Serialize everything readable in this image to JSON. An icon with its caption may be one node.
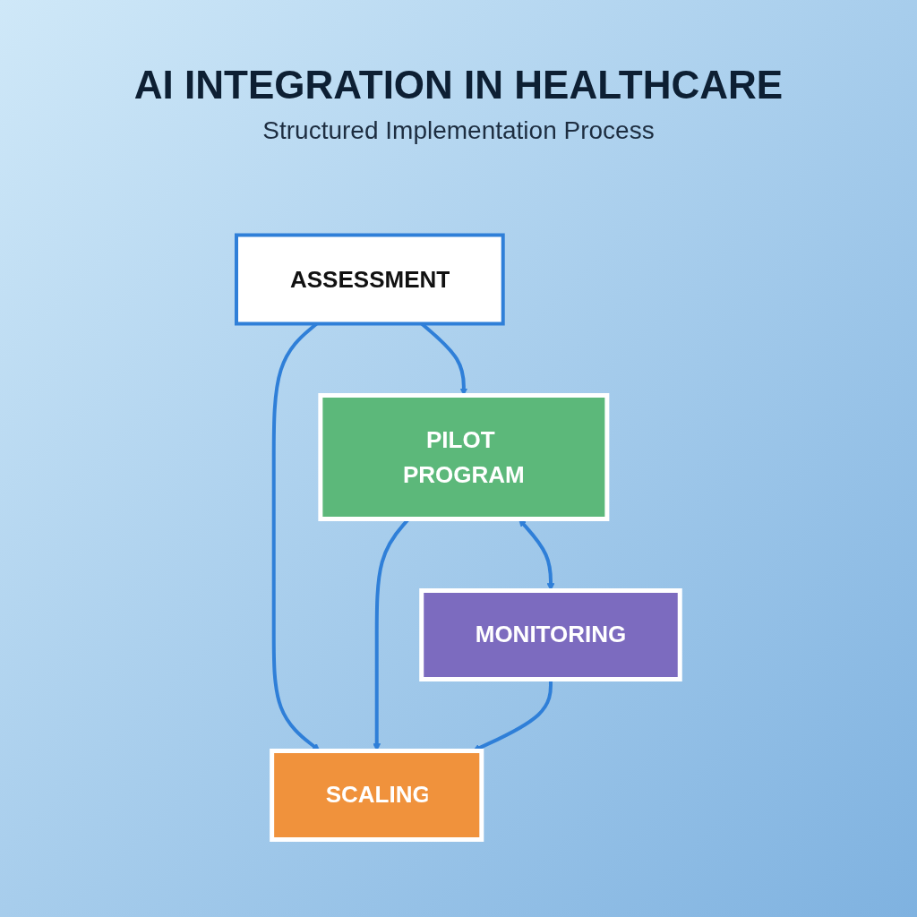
{
  "diagram": {
    "title": "AI INTEGRATION IN HEALTHCARE",
    "nodes": [
      {
        "text": [
          "ASSESSMENT"
        ]
      },
      {
        "text": [
          "PILOT PROGRAM"
        ]
      },
      {
        "text": [
          "SCALING"
        ]
      },
      {
        "text": [
          "MONITORING"
        ]
      }
    ],
    "edges": [
      {
        "from": 0,
        "to": 1,
        "arrow": "to"
      },
      {
        "from": 0,
        "to": 2,
        "arrow": "to"
      },
      {
        "from": 1,
        "to": 2,
        "arrow": "to"
      },
      {
        "from": 1,
        "to": 3,
        "arrow": "both"
      },
      {
        "from": 3,
        "to": 2,
        "arrow": "to"
      }
    ],
    "labels": [
      "Structured Implementation Process"
    ]
  }
}
